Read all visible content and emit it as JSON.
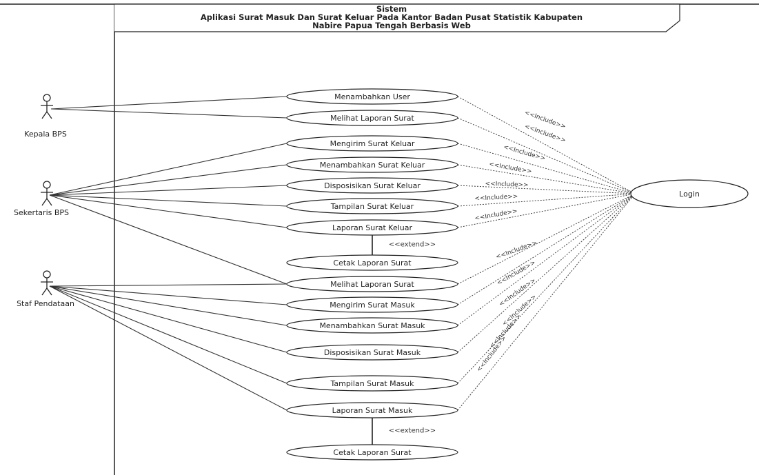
{
  "system": {
    "label": "Sistem",
    "title_line1": "Aplikasi Surat Masuk Dan Surat Keluar Pada Kantor Badan Pusat Statistik Kabupaten",
    "title_line2": "Nabire Papua Tengah Berbasis Web"
  },
  "actors": [
    {
      "id": "kepala",
      "name": "Kepala BPS"
    },
    {
      "id": "sekretaris",
      "name": "Sekertaris BPS"
    },
    {
      "id": "staf",
      "name": "Staf Pendataan"
    }
  ],
  "use_cases": [
    {
      "id": "uc1",
      "label": "Menambahkan User"
    },
    {
      "id": "uc2",
      "label": "Melihat Laporan Surat"
    },
    {
      "id": "uc3",
      "label": "Mengirim Surat Keluar"
    },
    {
      "id": "uc4",
      "label": "Menambahkan Surat Keluar"
    },
    {
      "id": "uc5",
      "label": "Disposisikan Surat Keluar"
    },
    {
      "id": "uc6",
      "label": "Tampilan Surat Keluar"
    },
    {
      "id": "uc7",
      "label": "Laporan Surat Keluar"
    },
    {
      "id": "uc8",
      "label": "Cetak Laporan Surat"
    },
    {
      "id": "uc9",
      "label": "Melihat Laporan Surat"
    },
    {
      "id": "uc10",
      "label": "Mengirim Surat Masuk"
    },
    {
      "id": "uc11",
      "label": "Menambahkan Surat Masuk"
    },
    {
      "id": "uc12",
      "label": "Disposisikan Surat Masuk"
    },
    {
      "id": "uc13",
      "label": "Tampilan Surat Masuk"
    },
    {
      "id": "uc14",
      "label": "Laporan Surat Masuk"
    },
    {
      "id": "uc15",
      "label": "Cetak Laporan Surat"
    },
    {
      "id": "login",
      "label": "Login"
    }
  ],
  "associations": [
    {
      "actor": "kepala",
      "use_case": "uc1"
    },
    {
      "actor": "kepala",
      "use_case": "uc2"
    },
    {
      "actor": "sekretaris",
      "use_case": "uc3"
    },
    {
      "actor": "sekretaris",
      "use_case": "uc4"
    },
    {
      "actor": "sekretaris",
      "use_case": "uc5"
    },
    {
      "actor": "sekretaris",
      "use_case": "uc6"
    },
    {
      "actor": "sekretaris",
      "use_case": "uc7"
    },
    {
      "actor": "sekretaris",
      "use_case": "uc9"
    },
    {
      "actor": "staf",
      "use_case": "uc9"
    },
    {
      "actor": "staf",
      "use_case": "uc10"
    },
    {
      "actor": "staf",
      "use_case": "uc11"
    },
    {
      "actor": "staf",
      "use_case": "uc12"
    },
    {
      "actor": "staf",
      "use_case": "uc13"
    },
    {
      "actor": "staf",
      "use_case": "uc14"
    }
  ],
  "includes": [
    {
      "from": "uc1",
      "to": "login",
      "label": "<<Include>>"
    },
    {
      "from": "uc2",
      "to": "login",
      "label": "<<Include>>"
    },
    {
      "from": "uc3",
      "to": "login",
      "label": "<<Include>>"
    },
    {
      "from": "uc4",
      "to": "login",
      "label": "<<Include>>"
    },
    {
      "from": "uc5",
      "to": "login",
      "label": "<<Include>>"
    },
    {
      "from": "uc6",
      "to": "login",
      "label": "<<Include>>"
    },
    {
      "from": "uc7",
      "to": "login",
      "label": "<<Include>>"
    },
    {
      "from": "uc9",
      "to": "login",
      "label": "<<Include>>"
    },
    {
      "from": "uc10",
      "to": "login",
      "label": "<<Include>>"
    },
    {
      "from": "uc11",
      "to": "login",
      "label": "<<Include>>"
    },
    {
      "from": "uc12",
      "to": "login",
      "label": "<<Include>>"
    },
    {
      "from": "uc13",
      "to": "login",
      "label": "<<Include>>"
    },
    {
      "from": "uc14",
      "to": "login",
      "label": "<<Include>>"
    }
  ],
  "extends": [
    {
      "from": "uc8",
      "to": "uc7",
      "label": "<<extend>>"
    },
    {
      "from": "uc15",
      "to": "uc14",
      "label": "<<extend>>"
    }
  ]
}
